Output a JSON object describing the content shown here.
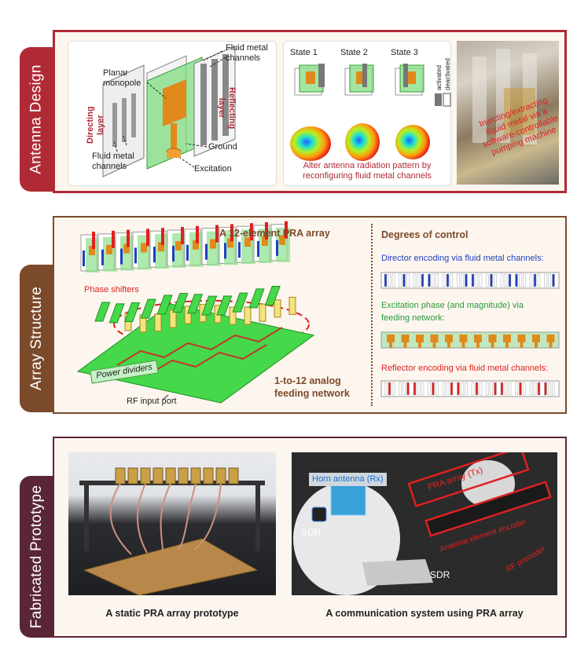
{
  "sections": {
    "antenna": {
      "tab": "Antenna Design",
      "tab_color": "#b02a35",
      "labels": {
        "planar": "Planar\nmonopole",
        "fluid_top": "Fluid metal\nchannels",
        "reflecting": "Reflecting\nlayer",
        "directing": "Directing\nlayer",
        "ground": "Ground",
        "fluid_bottom": "Fluid metal\nchannels",
        "excitation": "Excitation"
      },
      "states": [
        "State 1",
        "State 2",
        "State 3"
      ],
      "legend": {
        "activated": "activated",
        "deactivated": "deactivated"
      },
      "alter_text": "Alter antenna radiation pattern by\nreconfiguring fluid metal channels",
      "photo_text": "Injecting/extracting\nliquid metal via a\nsoftware-controllable\npumping machine"
    },
    "array": {
      "tab": "Array Structure",
      "tab_color": "#7b4a2b",
      "title": "A 12-element PRA array",
      "phase_shifters": "Phase shifters",
      "power_dividers": "Power dividers",
      "rf_input": "RF input port",
      "feeding": "1-to-12 analog\nfeeding network",
      "controls_title": "Degrees of control",
      "director": "Director encoding via fluid metal channels:",
      "excitation": "Excitation phase (and magnitude) via\nfeeding network:",
      "reflector": "Reflector encoding via fluid metal channels:",
      "colors": {
        "director": "#1f3fbf",
        "excitation": "#2a9a3a",
        "reflector": "#e02020"
      }
    },
    "prototype": {
      "tab": "Fabricated Prototype",
      "tab_color": "#5a2636",
      "caption_left": "A static PRA array prototype",
      "caption_right": "A communication system using PRA array",
      "horn": "Horn antenna (Rx)",
      "sdr_left": "SDR",
      "sdr_right": "SDR",
      "pra_tx": "PRA array (Tx)",
      "antenna_element": "Antenna element encoder",
      "rf_precoder": "RF precoder"
    }
  }
}
